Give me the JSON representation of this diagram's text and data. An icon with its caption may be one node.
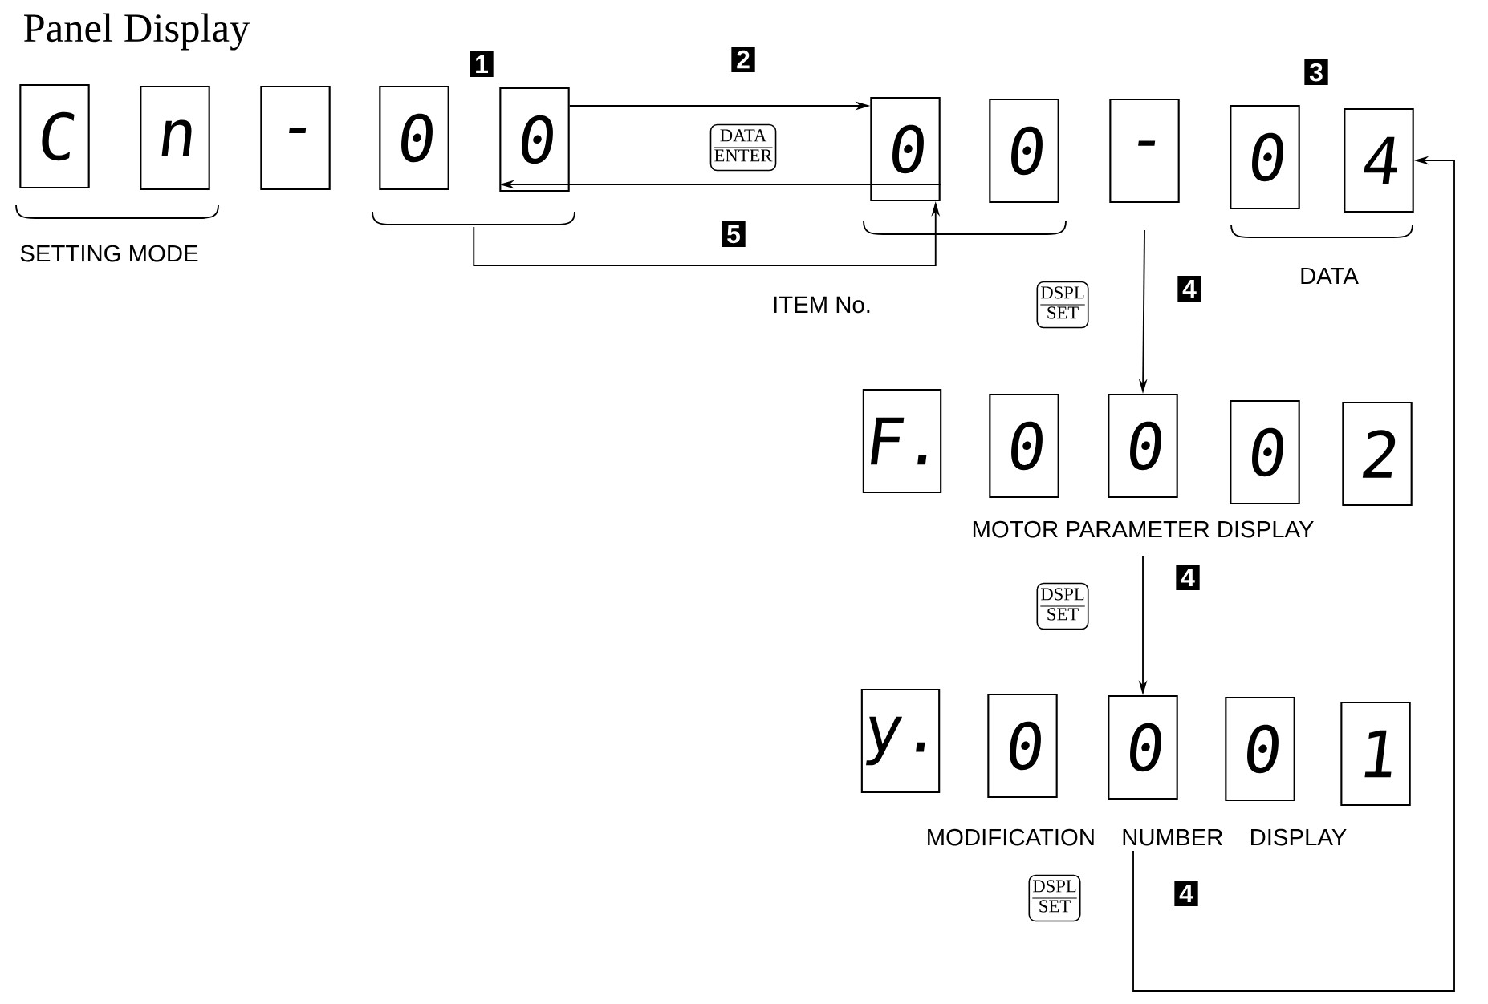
{
  "diagram": {
    "title": "Panel Display",
    "nodes": [
      {
        "text": [
          "C"
        ]
      },
      {
        "text": [
          "n"
        ]
      },
      {
        "text": [
          "-"
        ]
      },
      {
        "text": [
          "0"
        ]
      },
      {
        "text": [
          "0"
        ]
      },
      {
        "text": [
          "0"
        ]
      },
      {
        "text": [
          "0"
        ]
      },
      {
        "text": [
          "-"
        ]
      },
      {
        "text": [
          "0"
        ]
      },
      {
        "text": [
          "4"
        ]
      },
      {
        "text": [
          "F."
        ]
      },
      {
        "text": [
          "0"
        ]
      },
      {
        "text": [
          "0"
        ]
      },
      {
        "text": [
          "0"
        ]
      },
      {
        "text": [
          "2"
        ]
      },
      {
        "text": [
          "y."
        ]
      },
      {
        "text": [
          "0"
        ]
      },
      {
        "text": [
          "0"
        ]
      },
      {
        "text": [
          "0"
        ]
      },
      {
        "text": [
          "1"
        ]
      }
    ],
    "edges": [
      {
        "from": 4,
        "to": 5,
        "arrow": "to"
      },
      {
        "from": 5,
        "to": 4,
        "arrow": "to"
      },
      {
        "from": 4,
        "to": 5,
        "arrow": "to"
      },
      {
        "from": 7,
        "to": 12,
        "arrow": "to"
      },
      {
        "from": 12,
        "to": 17,
        "arrow": "to"
      },
      {
        "from": 17,
        "to": 9,
        "arrow": "to"
      }
    ],
    "labels": [
      "1",
      "2",
      "3",
      "DATA",
      "ENTER",
      "5",
      "SETTING MODE",
      "DATA",
      "ITEM No.",
      "DSPL",
      "SET",
      "4",
      "4",
      "MOTOR PARAMETER DISPLAY",
      "DSPL",
      "SET",
      "MODIFICATION NUMBER DISPLAY",
      "DSPL",
      "SET",
      "4"
    ]
  }
}
